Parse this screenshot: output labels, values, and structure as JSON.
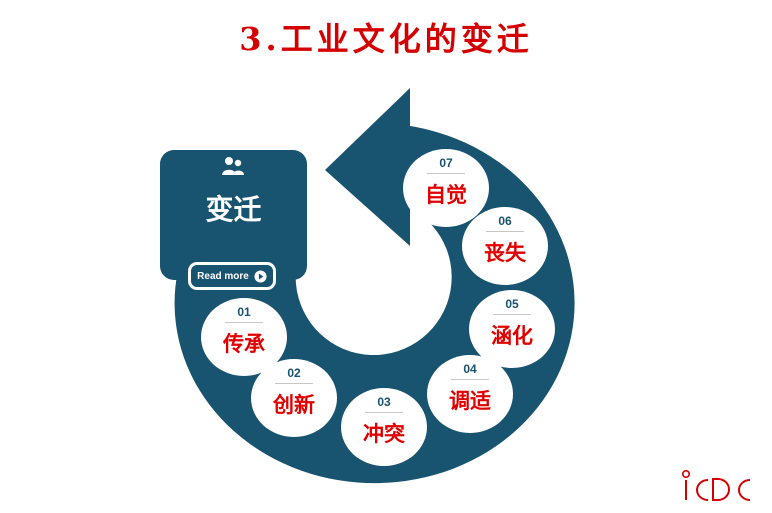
{
  "title": "3.工业文化的变迁",
  "center": {
    "label": "变迁",
    "icon": "users-icon",
    "readmore_label": "Read more",
    "readmore_icon": "play-circle-icon"
  },
  "steps": [
    {
      "num": "01",
      "label": "传承"
    },
    {
      "num": "02",
      "label": "创新"
    },
    {
      "num": "03",
      "label": "冲突"
    },
    {
      "num": "04",
      "label": "调适"
    },
    {
      "num": "05",
      "label": "涵化"
    },
    {
      "num": "06",
      "label": "丧失"
    },
    {
      "num": "07",
      "label": "自觉"
    }
  ],
  "logo": {
    "text": "iCDC",
    "icon": "icdc-logo"
  },
  "colors": {
    "ring": "#185370",
    "title": "#d40000",
    "step_label": "#e00000",
    "node": "#ffffff"
  }
}
